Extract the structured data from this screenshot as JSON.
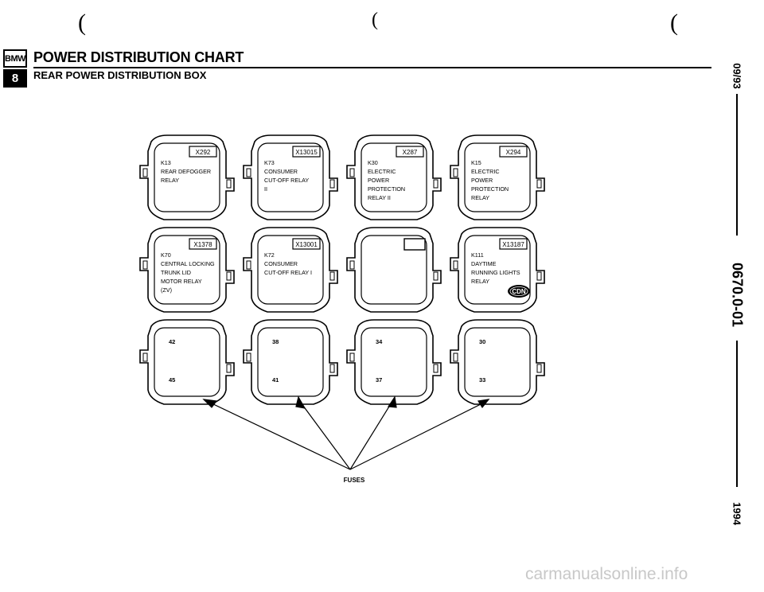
{
  "header": {
    "logo_top": "BMW",
    "logo_bottom": "8",
    "title": "POWER DISTRIBUTION CHART",
    "subtitle": "REAR POWER DISTRIBUTION BOX"
  },
  "margin": {
    "date": "09/93",
    "doc_number": "0670.0-01",
    "year": "1994"
  },
  "relays": [
    {
      "connector": "X292",
      "lines": [
        "K13",
        "REAR DEFOGGER",
        "RELAY"
      ]
    },
    {
      "connector": "X13015",
      "lines": [
        "K73",
        "CONSUMER",
        "CUT-OFF RELAY",
        "II"
      ]
    },
    {
      "connector": "X287",
      "lines": [
        "K30",
        "ELECTRIC",
        "POWER",
        "PROTECTION",
        "RELAY II"
      ]
    },
    {
      "connector": "X294",
      "lines": [
        "K15",
        "ELECTRIC",
        "POWER",
        "PROTECTION",
        "RELAY"
      ]
    },
    {
      "connector": "X1378",
      "lines": [
        "K70",
        "CENTRAL LOCKING",
        "TRUNK LID",
        "MOTOR RELAY",
        "(ZV)"
      ]
    },
    {
      "connector": "X13001",
      "lines": [
        "K72",
        "CONSUMER",
        "CUT-OFF RELAY I"
      ]
    },
    {
      "connector": "",
      "lines": []
    },
    {
      "connector": "X13187",
      "lines": [
        "K111",
        "DAYTIME",
        "RUNNING LIGHTS",
        "RELAY"
      ],
      "badge": "CDN"
    }
  ],
  "fuses": [
    {
      "top": "42",
      "bottom": "45"
    },
    {
      "top": "38",
      "bottom": "41"
    },
    {
      "top": "34",
      "bottom": "37"
    },
    {
      "top": "30",
      "bottom": "33"
    }
  ],
  "fuses_label": "FUSES",
  "footer_brand": "carmanualsonline.info"
}
